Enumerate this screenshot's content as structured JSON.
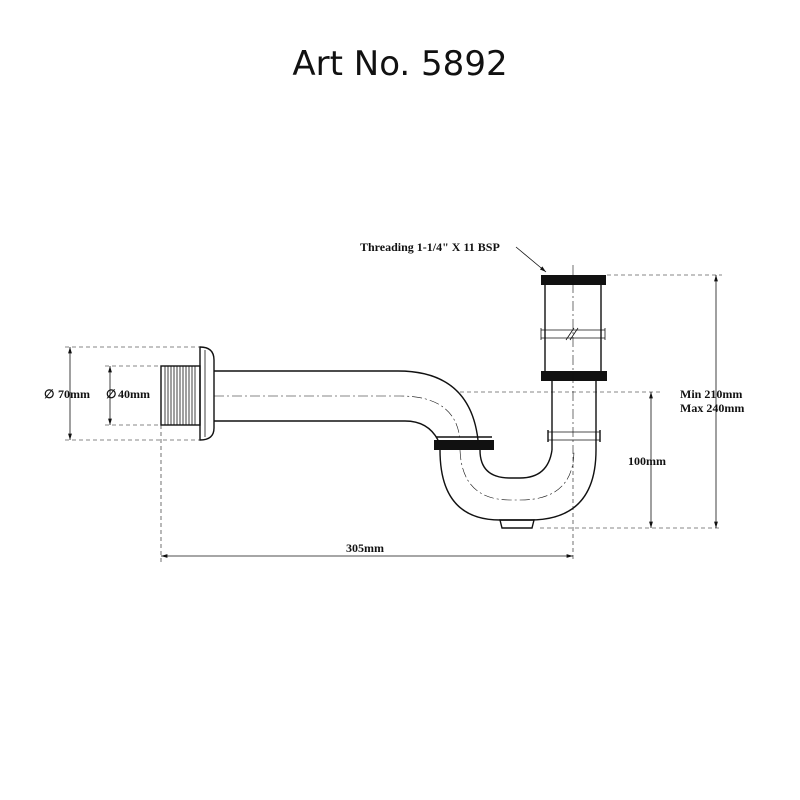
{
  "title": "Art No. 5892",
  "labels": {
    "threading": "Threading 1-1/4\" X 11 BSP",
    "outer_diameter": "70mm",
    "inner_diameter": "40mm",
    "height_min": "Min 210mm",
    "height_max": "Max 240mm",
    "trap_depth": "100mm",
    "length": "305mm"
  },
  "symbols": {
    "diameter": "∅"
  }
}
